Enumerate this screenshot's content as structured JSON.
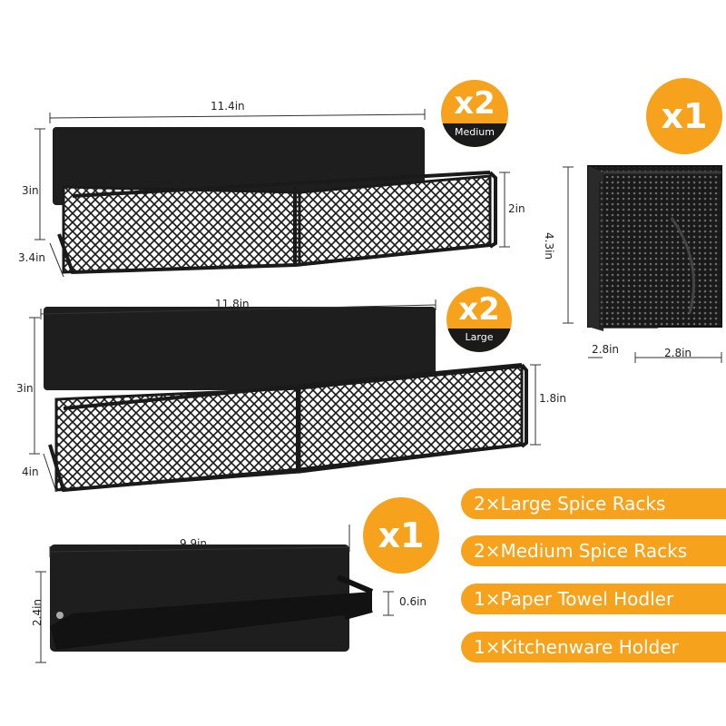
{
  "colors": {
    "accent": "#f6a21c",
    "product": "#1a1a1a",
    "dimension_line": "#333333"
  },
  "medium_rack": {
    "badge": {
      "qty": "x2",
      "size": "Medium"
    },
    "dims": {
      "width": "11.4in",
      "height": "3in",
      "depth": "3.4in",
      "front": "2in"
    }
  },
  "large_rack": {
    "badge": {
      "qty": "x2",
      "size": "Large"
    },
    "dims": {
      "width": "11.8in",
      "height": "3in",
      "depth": "4in",
      "front": "1.8in"
    }
  },
  "holder": {
    "badge": {
      "qty": "x1"
    },
    "dims": {
      "height": "4.3in",
      "depth": "2.8in",
      "width": "2.8in"
    }
  },
  "towel_holder": {
    "badge": {
      "qty": "x1"
    },
    "dims": {
      "width": "9.9in",
      "height": "2.4in",
      "depth": "0.6in"
    }
  },
  "contents": [
    "2×Large Spice Racks",
    "2×Medium Spice Racks",
    "1×Paper Towel Hodler",
    "1×Kitchenware Holder"
  ]
}
